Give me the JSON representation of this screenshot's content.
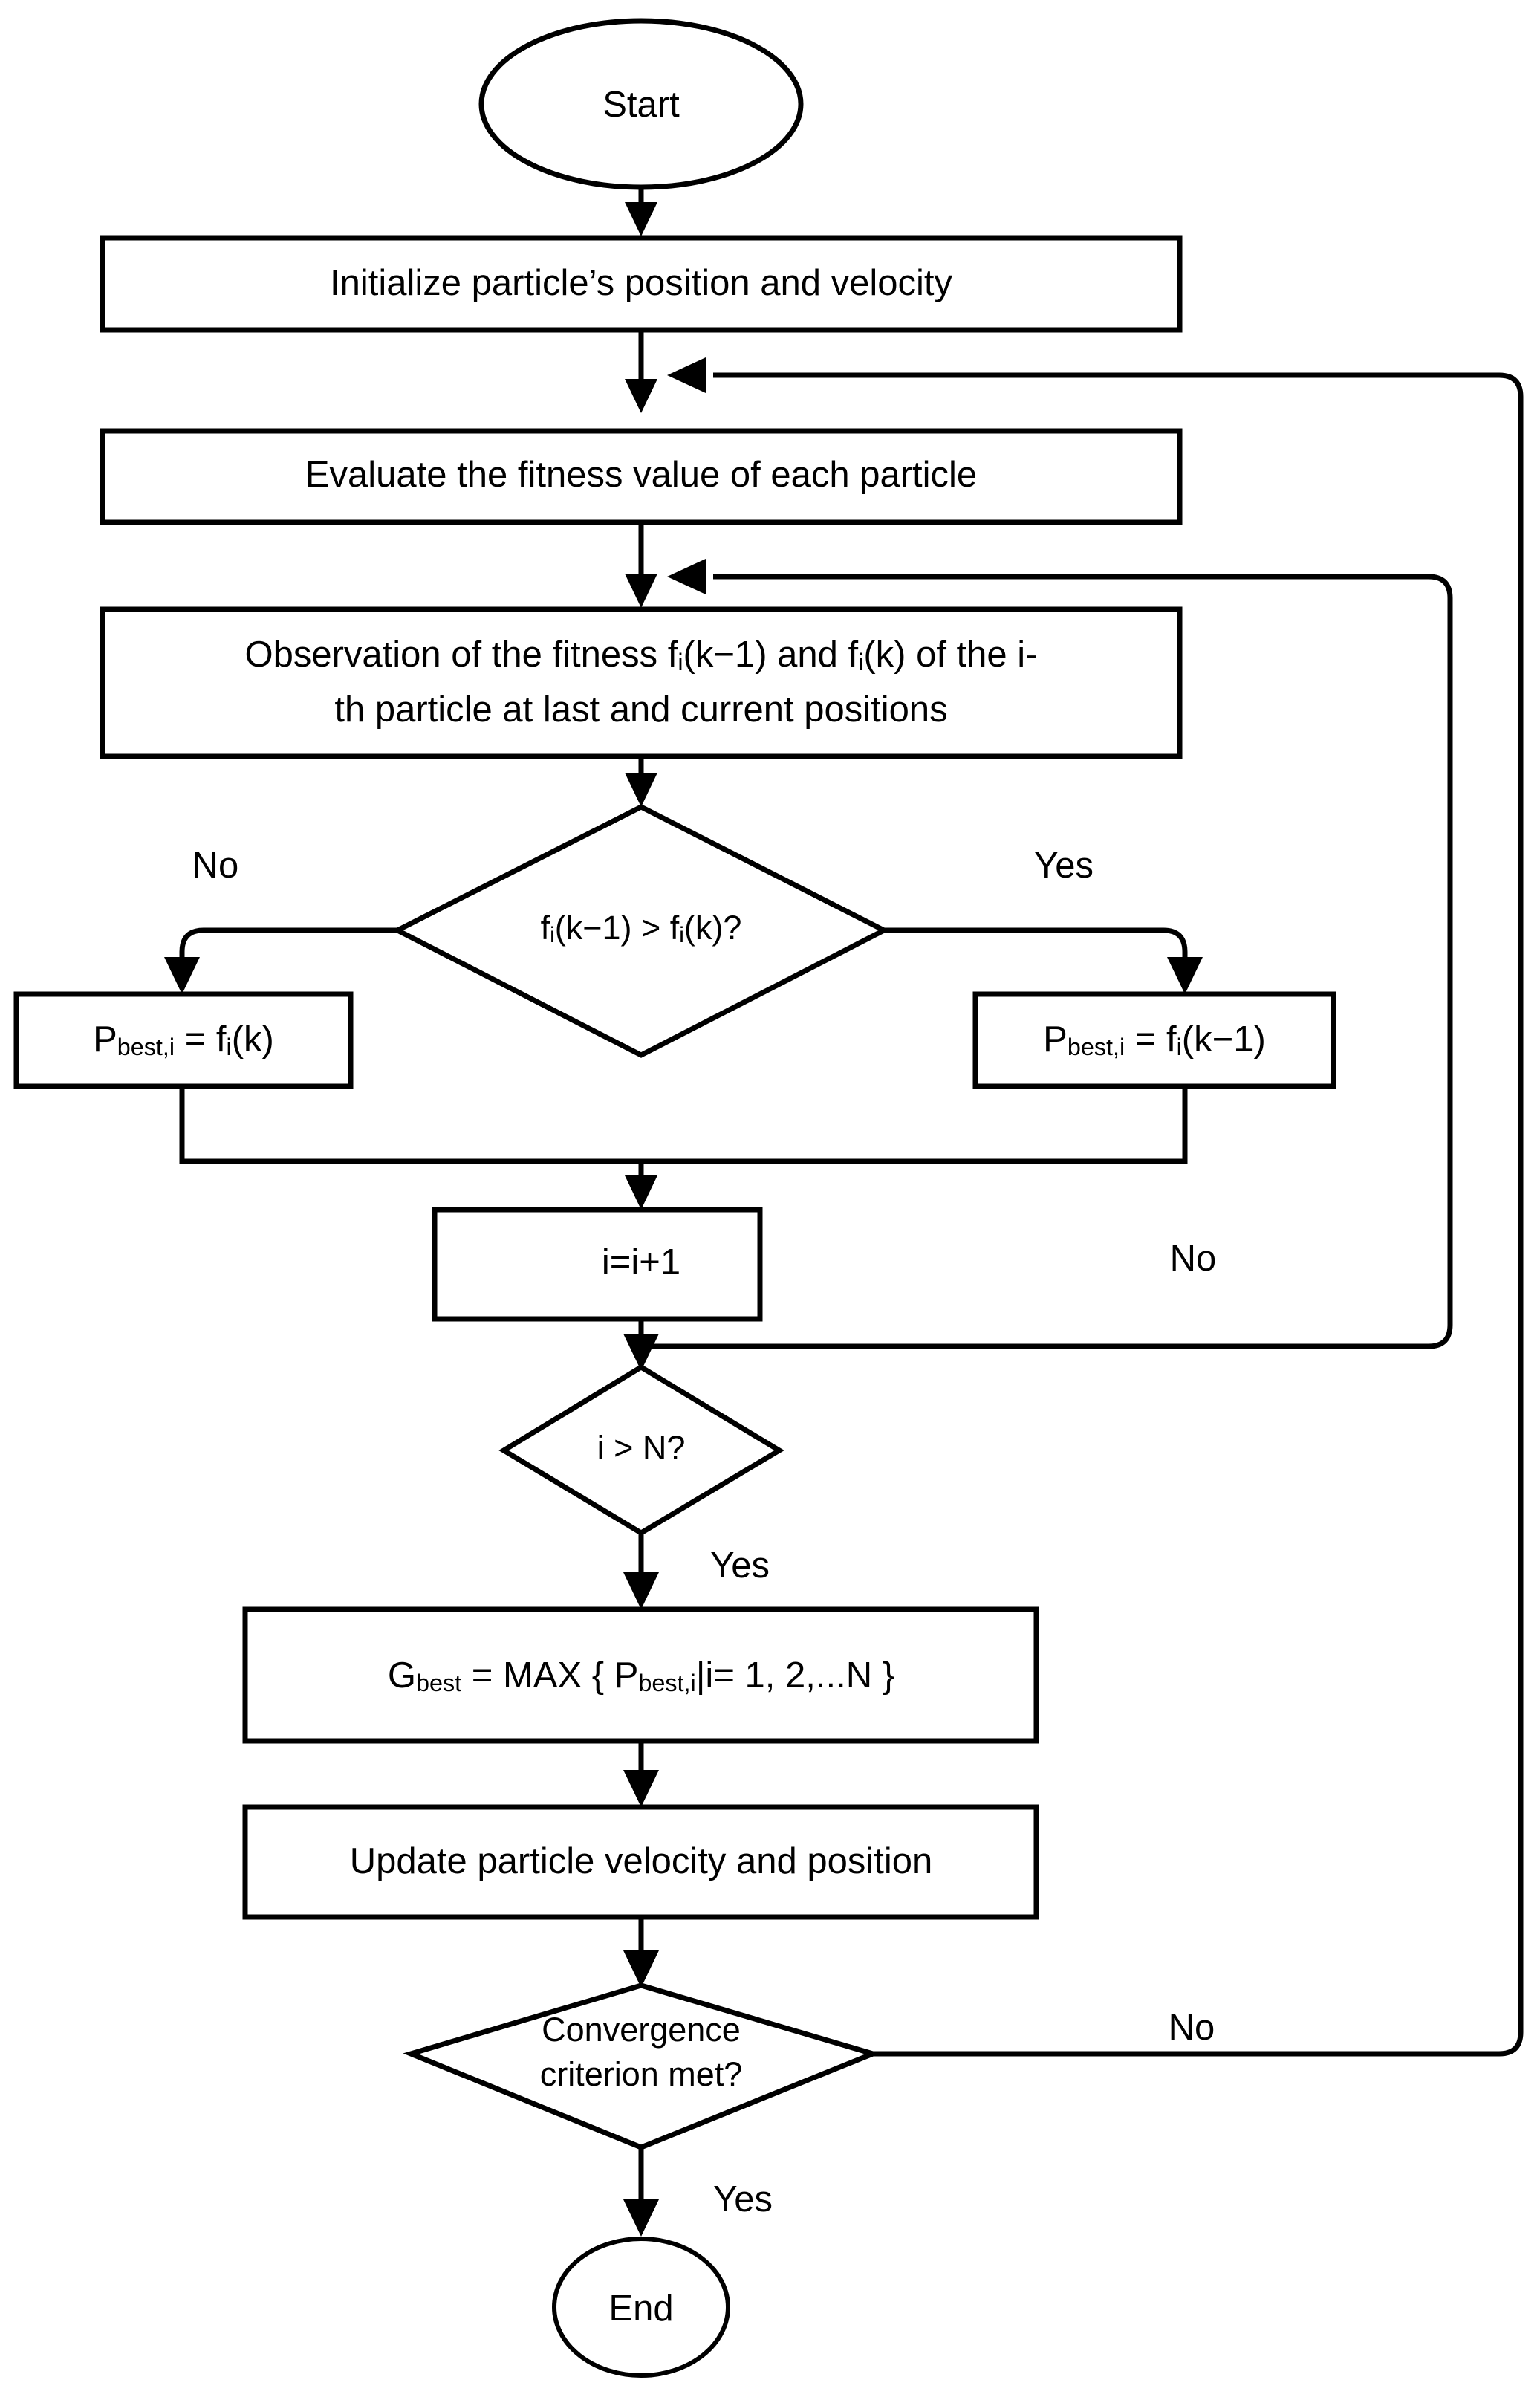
{
  "diagram": {
    "title": "Particle Swarm Optimization flowchart",
    "stroke_color": "#000000",
    "fill_color": "#ffffff",
    "background_color": "#ffffff"
  },
  "nodes": {
    "start": {
      "label": "Start",
      "shape": "ellipse"
    },
    "initialize": {
      "label": "Initialize particle’s position and velocity",
      "shape": "process"
    },
    "evaluate": {
      "label": "Evaluate the fitness value of each particle",
      "shape": "process"
    },
    "observe": {
      "shape": "process",
      "line1_a": "Observation of the fitness f",
      "line1_sub1": "i",
      "line1_b": "(k−1) and f",
      "line1_sub2": "i",
      "line1_c": "(k) of the i-",
      "line2": "th particle at last and current positions",
      "label": "Observation of the fitness fi(k−1) and fi(k) of the i-th particle at last and current positions"
    },
    "compare": {
      "shape": "decision",
      "text_a": "f",
      "sub1": "i",
      "text_b": "(k−1) > f",
      "sub2": "i",
      "text_c": "(k)?",
      "label": "fi(k−1) > fi(k)?"
    },
    "pbest_no": {
      "shape": "process",
      "text_a": "P",
      "sub1": "best,i",
      "text_b": " = f",
      "sub2": "i",
      "text_c": "(k)",
      "label": "Pbest,i = fi(k)"
    },
    "pbest_yes": {
      "shape": "process",
      "text_a": "P",
      "sub1": "best,i",
      "text_b": " = f",
      "sub2": "i",
      "text_c": "(k−1)",
      "label": "Pbest,i = fi(k−1)"
    },
    "increment": {
      "label": "i=i+1",
      "shape": "process"
    },
    "check_n": {
      "label": "i > N?",
      "shape": "decision"
    },
    "gbest": {
      "shape": "process",
      "text_a": "G",
      "sub1": "best",
      "text_b": " = MAX { P",
      "sub2": "best,i",
      "text_c": "|i= 1, 2,...N }",
      "label": "Gbest = MAX { Pbest,i|i= 1, 2,...N }"
    },
    "update": {
      "label": "Update particle velocity and position",
      "shape": "process"
    },
    "convergence": {
      "shape": "decision",
      "line1": "Convergence",
      "line2": "criterion met?",
      "label": "Convergence criterion met?"
    },
    "end": {
      "label": "End",
      "shape": "ellipse"
    }
  },
  "edge_labels": {
    "compare_no": "No",
    "compare_yes": "Yes",
    "check_n_no": "No",
    "check_n_yes": "Yes",
    "convergence_no": "No",
    "convergence_yes": "Yes"
  }
}
